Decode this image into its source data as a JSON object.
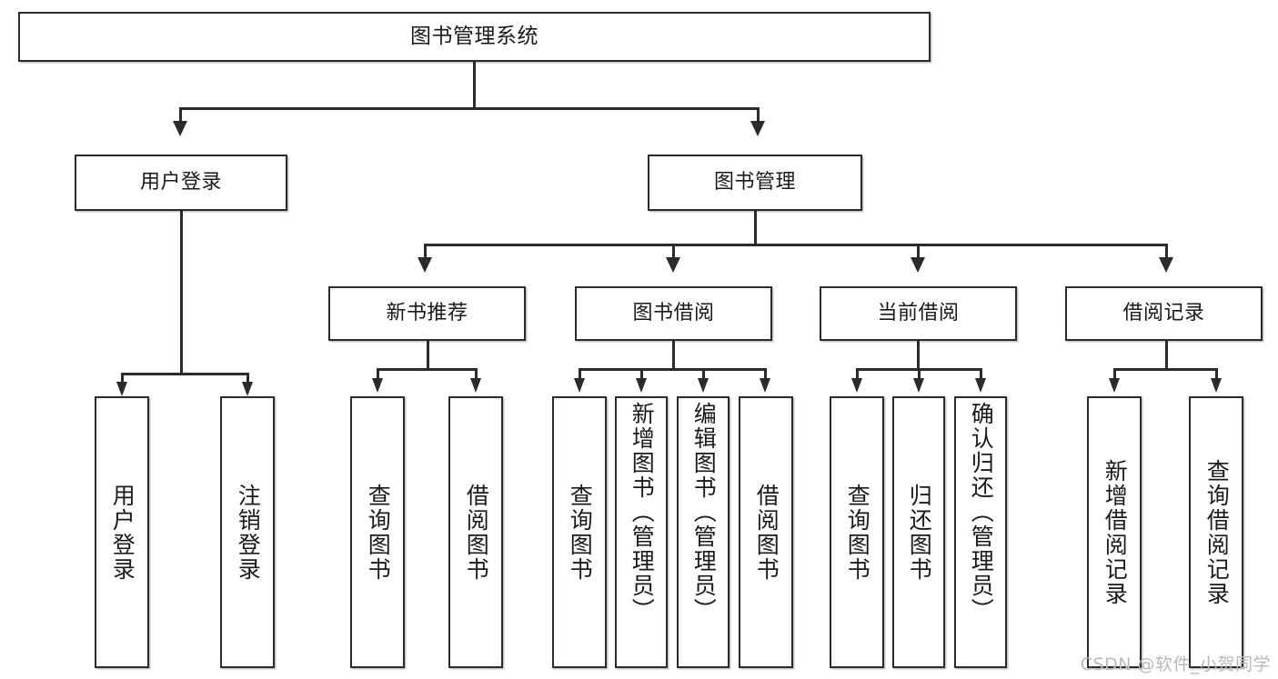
{
  "diagram": {
    "title": "图书管理系统",
    "type": "function-structure-tree",
    "watermark": "CSDN @软件_小贺同学",
    "colors": {
      "stroke": "#2b2b2b",
      "fill": "#ffffff",
      "text": "#1a1a1a",
      "watermark": "#b9b9b9"
    },
    "root": {
      "label": "图书管理系统"
    },
    "level2": [
      {
        "label": "用户登录"
      },
      {
        "label": "图书管理"
      }
    ],
    "level3": [
      {
        "label": "新书推荐"
      },
      {
        "label": "图书借阅"
      },
      {
        "label": "当前借阅"
      },
      {
        "label": "借阅记录"
      }
    ],
    "leaves": {
      "user_login": [
        {
          "label": "用户登录"
        },
        {
          "label": "注销登录"
        }
      ],
      "new_book_recommend": [
        {
          "label": "查询图书"
        },
        {
          "label": "借阅图书"
        }
      ],
      "book_borrow": [
        {
          "label": "查询图书"
        },
        {
          "label": "新增图书（管理员）"
        },
        {
          "label": "编辑图书（管理员）"
        },
        {
          "label": "借阅图书"
        }
      ],
      "current_borrow": [
        {
          "label": "查询图书"
        },
        {
          "label": "归还图书"
        },
        {
          "label": "确认归还（管理员）"
        }
      ],
      "borrow_record": [
        {
          "label": "新增借阅记录"
        },
        {
          "label": "查询借阅记录"
        }
      ]
    }
  }
}
